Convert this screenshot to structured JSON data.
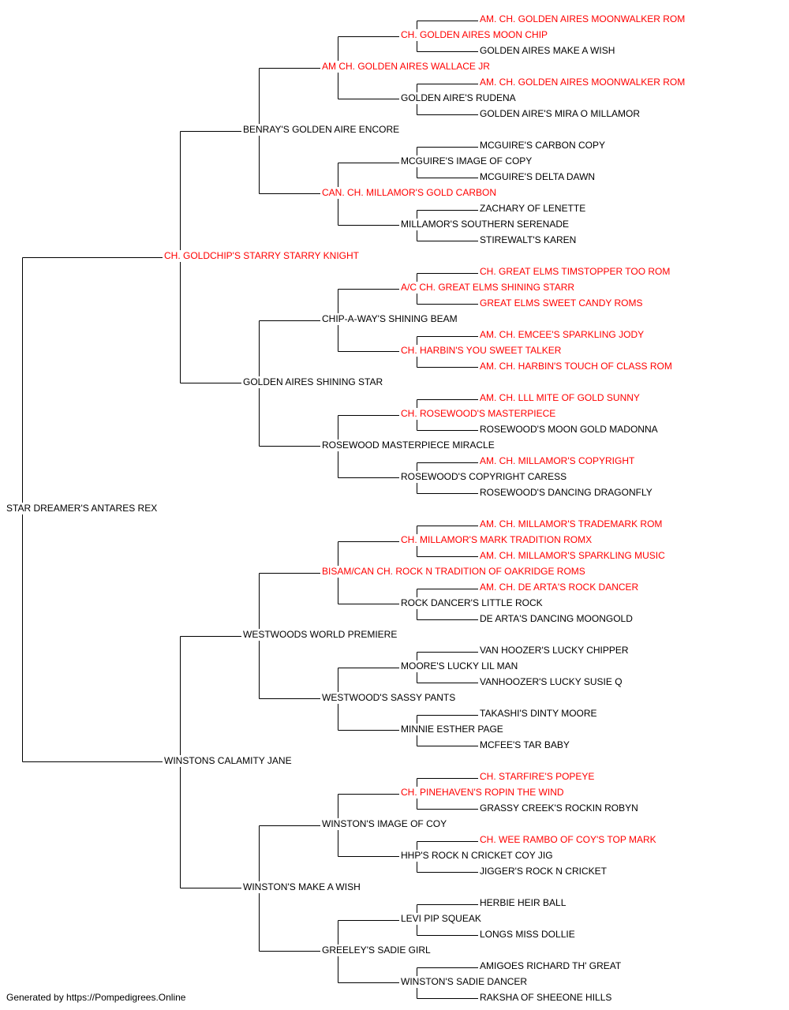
{
  "colors": {
    "champion": "#ff0000",
    "regular": "#000000",
    "line": "#000000"
  },
  "pedigree": {
    "name": "STAR DREAMER'S ANTARES REX",
    "champion": false,
    "sire": {
      "name": "CH. GOLDCHIP'S STARRY STARRY KNIGHT",
      "champion": true,
      "sire": {
        "name": "BENRAY'S GOLDEN AIRE ENCORE",
        "champion": false,
        "sire": {
          "name": "AM CH. GOLDEN AIRES WALLACE JR",
          "champion": true,
          "sire": {
            "name": "CH. GOLDEN AIRES MOON CHIP",
            "champion": true,
            "sire": {
              "name": "AM. CH. GOLDEN AIRES MOONWALKER ROM",
              "champion": true
            },
            "dam": {
              "name": "GOLDEN AIRES MAKE A WISH",
              "champion": false
            }
          },
          "dam": {
            "name": "GOLDEN AIRE'S RUDENA",
            "champion": false,
            "sire": {
              "name": "AM. CH. GOLDEN AIRES MOONWALKER ROM",
              "champion": true
            },
            "dam": {
              "name": "GOLDEN AIRE'S MIRA O MILLAMOR",
              "champion": false
            }
          }
        },
        "dam": {
          "name": "CAN. CH. MILLAMOR'S GOLD CARBON",
          "champion": true,
          "sire": {
            "name": "MCGUIRE'S IMAGE OF COPY",
            "champion": false,
            "sire": {
              "name": "MCGUIRE'S CARBON COPY",
              "champion": false
            },
            "dam": {
              "name": "MCGUIRE'S DELTA DAWN",
              "champion": false
            }
          },
          "dam": {
            "name": "MILLAMOR'S SOUTHERN SERENADE",
            "champion": false,
            "sire": {
              "name": "ZACHARY OF LENETTE",
              "champion": false
            },
            "dam": {
              "name": "STIREWALT'S KAREN",
              "champion": false
            }
          }
        }
      },
      "dam": {
        "name": "GOLDEN AIRES SHINING STAR",
        "champion": false,
        "sire": {
          "name": "CHIP-A-WAY'S SHINING BEAM",
          "champion": false,
          "sire": {
            "name": "A/C CH. GREAT ELMS SHINING STARR",
            "champion": true,
            "sire": {
              "name": "CH. GREAT ELMS TIMSTOPPER TOO ROM",
              "champion": true
            },
            "dam": {
              "name": "GREAT ELMS SWEET CANDY ROMS",
              "champion": true
            }
          },
          "dam": {
            "name": "CH. HARBIN'S YOU SWEET TALKER",
            "champion": true,
            "sire": {
              "name": "AM. CH. EMCEE'S SPARKLING JODY",
              "champion": true
            },
            "dam": {
              "name": "AM. CH. HARBIN'S TOUCH OF CLASS ROM",
              "champion": true
            }
          }
        },
        "dam": {
          "name": "ROSEWOOD MASTERPIECE MIRACLE",
          "champion": false,
          "sire": {
            "name": "CH. ROSEWOOD'S MASTERPIECE",
            "champion": true,
            "sire": {
              "name": "AM. CH. LLL MITE OF GOLD SUNNY",
              "champion": true
            },
            "dam": {
              "name": "ROSEWOOD'S MOON GOLD MADONNA",
              "champion": false
            }
          },
          "dam": {
            "name": "ROSEWOOD'S COPYRIGHT CARESS",
            "champion": false,
            "sire": {
              "name": "AM. CH. MILLAMOR'S COPYRIGHT",
              "champion": true
            },
            "dam": {
              "name": "ROSEWOOD'S DANCING DRAGONFLY",
              "champion": false
            }
          }
        }
      }
    },
    "dam": {
      "name": "WINSTONS CALAMITY JANE",
      "champion": false,
      "sire": {
        "name": "WESTWOODS WORLD PREMIERE",
        "champion": false,
        "sire": {
          "name": "BISAM/CAN CH. ROCK N TRADITION OF OAKRIDGE ROMS",
          "champion": true,
          "sire": {
            "name": "CH. MILLAMOR'S MARK TRADITION ROMX",
            "champion": true,
            "sire": {
              "name": "AM. CH. MILLAMOR'S TRADEMARK ROM",
              "champion": true
            },
            "dam": {
              "name": "AM. CH. MILLAMOR'S SPARKLING MUSIC",
              "champion": true
            }
          },
          "dam": {
            "name": "ROCK DANCER'S LITTLE ROCK",
            "champion": false,
            "sire": {
              "name": "AM. CH. DE ARTA'S ROCK DANCER",
              "champion": true
            },
            "dam": {
              "name": "DE ARTA'S DANCING MOONGOLD",
              "champion": false
            }
          }
        },
        "dam": {
          "name": "WESTWOOD'S SASSY PANTS",
          "champion": false,
          "sire": {
            "name": "MOORE'S LUCKY LIL MAN",
            "champion": false,
            "sire": {
              "name": "VAN HOOZER'S LUCKY CHIPPER",
              "champion": false
            },
            "dam": {
              "name": "VANHOOZER'S LUCKY SUSIE Q",
              "champion": false
            }
          },
          "dam": {
            "name": "MINNIE ESTHER PAGE",
            "champion": false,
            "sire": {
              "name": "TAKASHI'S DINTY MOORE",
              "champion": false
            },
            "dam": {
              "name": "MCFEE'S TAR BABY",
              "champion": false
            }
          }
        }
      },
      "dam": {
        "name": "WINSTON'S MAKE A WISH",
        "champion": false,
        "sire": {
          "name": "WINSTON'S IMAGE OF COY",
          "champion": false,
          "sire": {
            "name": "CH. PINEHAVEN'S ROPIN THE WIND",
            "champion": true,
            "sire": {
              "name": "CH. STARFIRE'S POPEYE",
              "champion": true
            },
            "dam": {
              "name": "GRASSY CREEK'S ROCKIN ROBYN",
              "champion": false
            }
          },
          "dam": {
            "name": "HHP'S ROCK N CRICKET COY JIG",
            "champion": false,
            "sire": {
              "name": "CH. WEE RAMBO OF COY'S TOP MARK",
              "champion": true
            },
            "dam": {
              "name": "JIGGER'S ROCK N CRICKET",
              "champion": false
            }
          }
        },
        "dam": {
          "name": "GREELEY'S SADIE GIRL",
          "champion": false,
          "sire": {
            "name": "LEVI PIP SQUEAK",
            "champion": false,
            "sire": {
              "name": "HERBIE HEIR BALL",
              "champion": false
            },
            "dam": {
              "name": "LONGS MISS DOLLIE",
              "champion": false
            }
          },
          "dam": {
            "name": "WINSTON'S SADIE DANCER",
            "champion": false,
            "sire": {
              "name": "AMIGOES RICHARD TH' GREAT",
              "champion": false
            },
            "dam": {
              "name": "RAKSHA OF SHEEONE HILLS",
              "champion": false
            }
          }
        }
      }
    }
  },
  "footer": "Generated by https://Pompedigrees.Online"
}
